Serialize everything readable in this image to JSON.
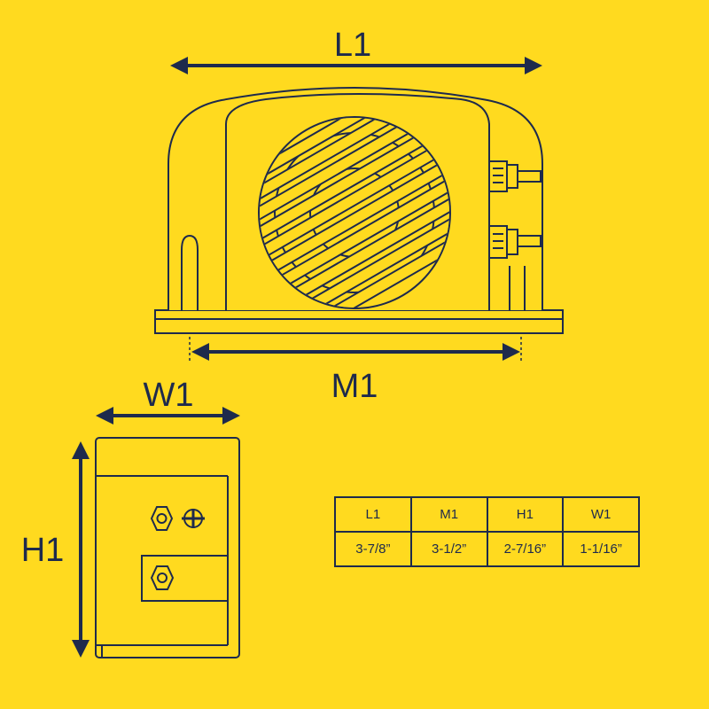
{
  "colors": {
    "background": "#FFDA1F",
    "line": "#1E2A4C"
  },
  "dimensions": {
    "length": "L1",
    "mounting": "M1",
    "width": "W1",
    "height": "H1"
  },
  "table": {
    "headers": [
      "L1",
      "M1",
      "H1",
      "W1"
    ],
    "values": [
      "3-7/8”",
      "3-1/2”",
      "2-7/16”",
      "1-1/16”"
    ]
  },
  "icons": {
    "nut": "hex-nut-icon",
    "plus": "plus-icon"
  }
}
